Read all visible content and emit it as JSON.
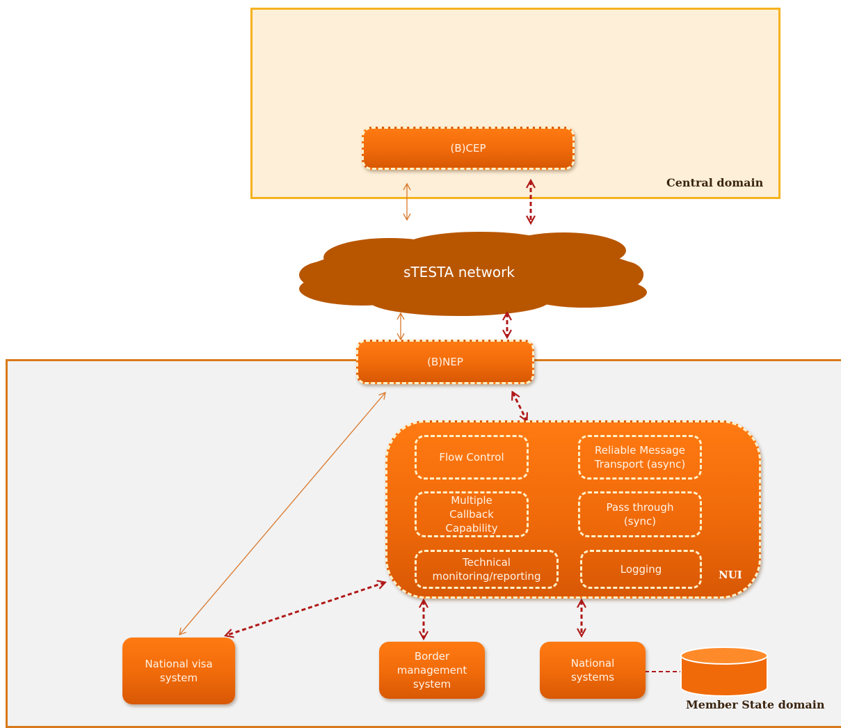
{
  "central_domain": {
    "label": "Central domain"
  },
  "member_state_domain": {
    "label": "Member State domain"
  },
  "bcep": {
    "label": "(B)CEP"
  },
  "network": {
    "label": "sTESTA network"
  },
  "bnep": {
    "label": "(B)NEP"
  },
  "nui": {
    "label": "NUI",
    "components": {
      "flow_control": "Flow Control",
      "reliable_message": "Reliable Message Transport  (async)",
      "multiple_callback": "Multiple Callback Capability",
      "pass_through": "Pass through (sync)",
      "technical_monitoring": "Technical monitoring/reporting",
      "logging": "Logging"
    }
  },
  "national_visa_system": {
    "label": "National  visa system"
  },
  "border_management_system": {
    "label": "Border management system"
  },
  "national_systems": {
    "label": "National systems"
  },
  "colors": {
    "central_fill": "#fdefd8",
    "central_border": "#f5b21f",
    "ms_fill": "#f2f2f2",
    "ms_border": "#d97a1a",
    "box_orange": "#f06a0a",
    "cloud": "#b85600",
    "dashed_arrow": "#b01818",
    "thin_arrow": "#d9772a"
  }
}
